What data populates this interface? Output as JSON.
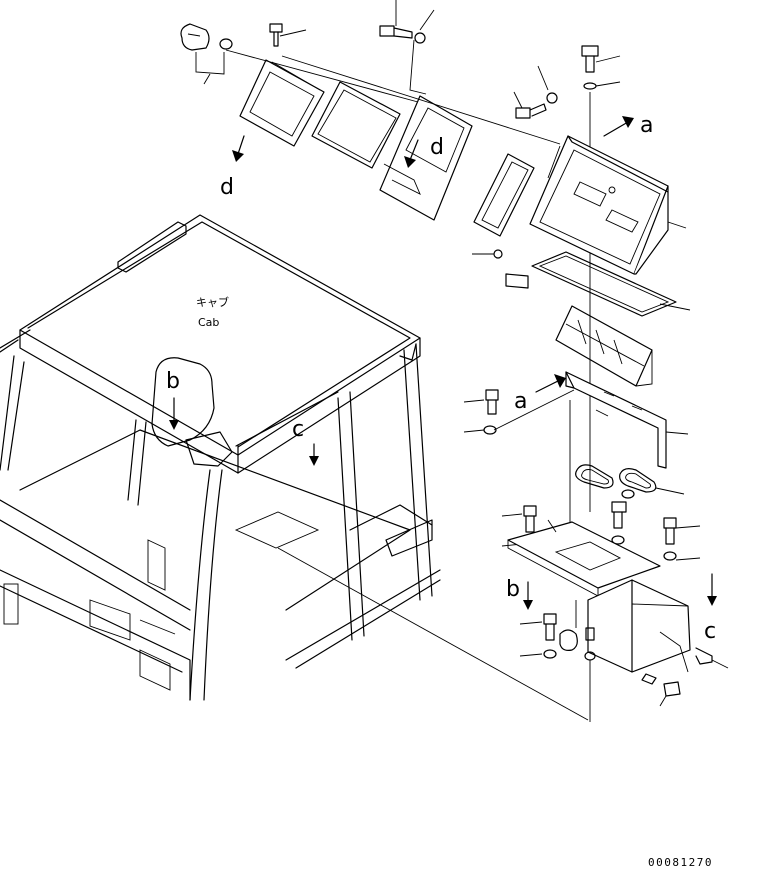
{
  "component_labels": {
    "cab_jp": "キャブ",
    "cab_en": "Cab"
  },
  "reference_labels": {
    "a": "a",
    "b": "b",
    "c": "c",
    "d": "d"
  },
  "drawing_number": "00081270"
}
